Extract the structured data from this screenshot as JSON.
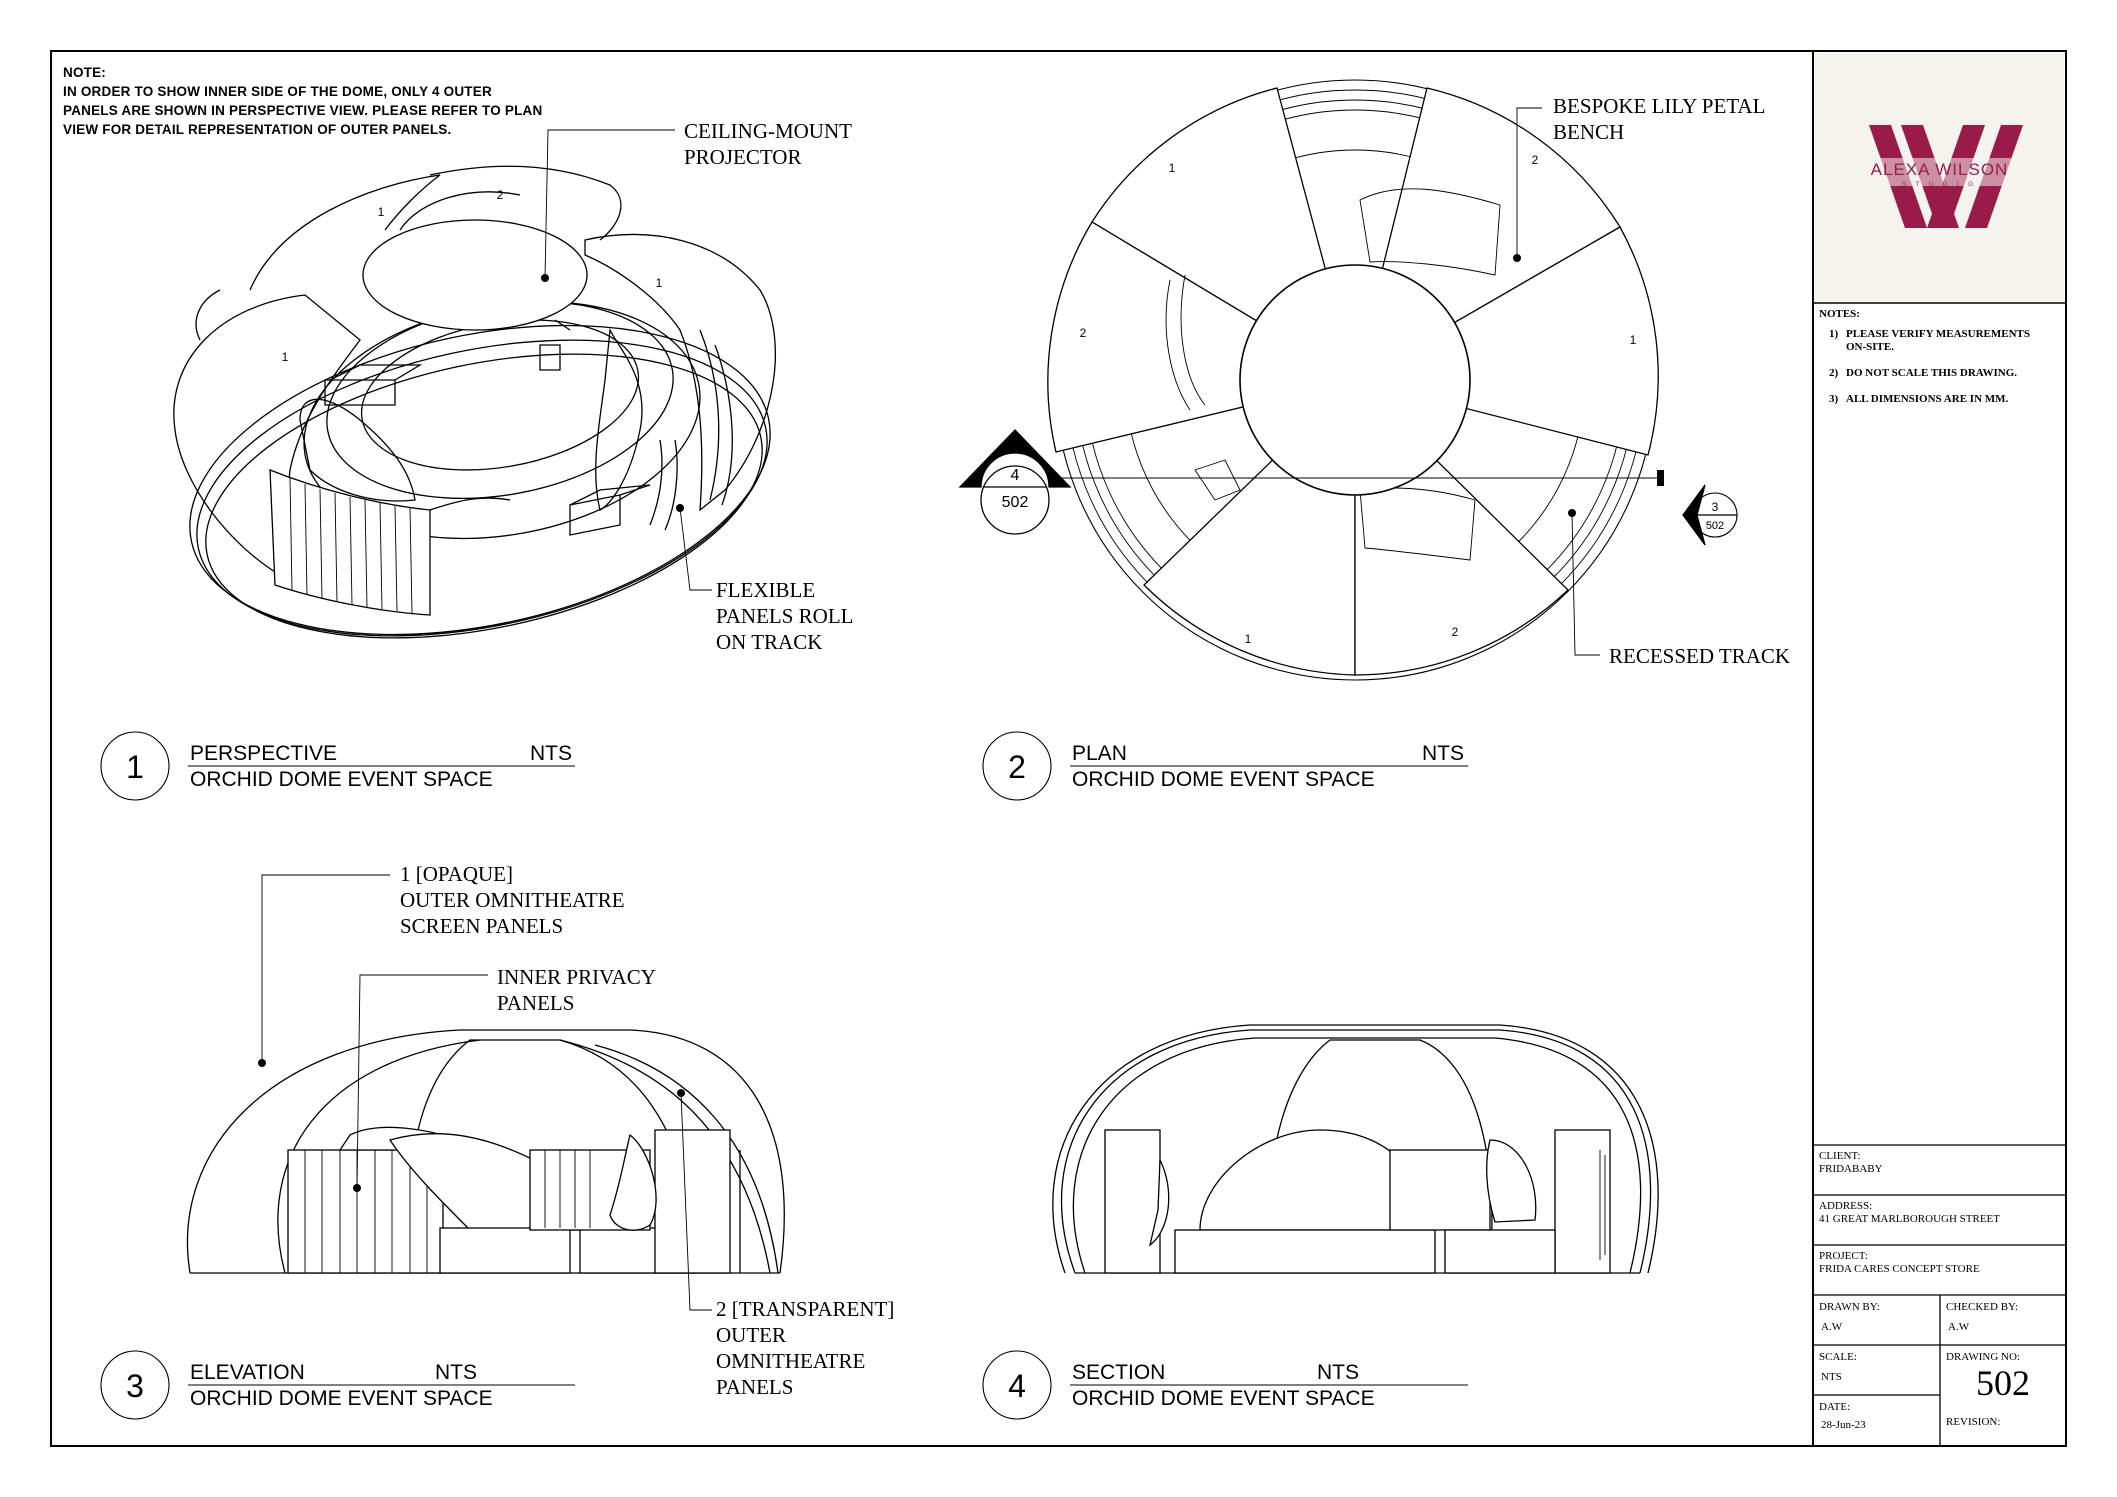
{
  "note": {
    "heading": "NOTE:",
    "lines": [
      "IN ORDER TO SHOW INNER SIDE OF THE DOME, ONLY 4 OUTER",
      "PANELS ARE SHOWN IN PERSPECTIVE VIEW. PLEASE REFER TO PLAN",
      "VIEW FOR DETAIL REPRESENTATION OF OUTER PANELS."
    ]
  },
  "callouts": {
    "projector": [
      "CEILING-MOUNT",
      "PROJECTOR"
    ],
    "flexible": [
      "FLEXIBLE",
      "PANELS ROLL",
      "ON TRACK"
    ],
    "bench": [
      "BESPOKE LILY PETAL",
      "BENCH"
    ],
    "track": [
      "RECESSED TRACK"
    ],
    "opaque": [
      "1 [OPAQUE]",
      "OUTER OMNITHEATRE",
      "SCREEN  PANELS"
    ],
    "privacy": [
      "INNER PRIVACY",
      "PANELS"
    ],
    "transparent": [
      "2 [TRANSPARENT]",
      "OUTER",
      "OMNITHEATRE",
      "PANELS"
    ]
  },
  "panel_labels": {
    "perspective": [
      "1",
      "2",
      "1",
      "1"
    ],
    "plan": [
      "1",
      "2",
      "2",
      "1",
      "1",
      "2"
    ]
  },
  "views": [
    {
      "number": "1",
      "title": "PERSPECTIVE",
      "scale": "NTS",
      "subtitle": "ORCHID DOME EVENT SPACE"
    },
    {
      "number": "2",
      "title": "PLAN",
      "scale": "NTS",
      "subtitle": "ORCHID DOME EVENT SPACE"
    },
    {
      "number": "3",
      "title": "ELEVATION",
      "scale": "NTS",
      "subtitle": "ORCHID DOME EVENT SPACE"
    },
    {
      "number": "4",
      "title": "SECTION",
      "scale": "NTS",
      "subtitle": "ORCHID DOME EVENT SPACE"
    }
  ],
  "section_markers": {
    "left": {
      "number": "4",
      "sheet": "502"
    },
    "right": {
      "number": "3",
      "sheet": "502"
    }
  },
  "logo": {
    "name": "ALEXA WILSON",
    "sub": "S T U D I O",
    "color": "#9a1a4a",
    "bg": "#f5f3ee"
  },
  "titleblock": {
    "notes_heading": "NOTES:",
    "notes": [
      {
        "num": "1)",
        "lines": [
          "PLEASE VERIFY MEASUREMENTS",
          "ON-SITE."
        ]
      },
      {
        "num": "2)",
        "lines": [
          "DO NOT SCALE THIS DRAWING."
        ]
      },
      {
        "num": "3)",
        "lines": [
          "ALL DIMENSIONS ARE IN MM."
        ]
      }
    ],
    "client_label": "CLIENT:",
    "client": "FRIDABABY",
    "address_label": "ADDRESS:",
    "address": "41 GREAT MARLBOROUGH STREET",
    "project_label": "PROJECT:",
    "project": "FRIDA CARES CONCEPT STORE",
    "drawn_label": "DRAWN BY:",
    "drawn": "A.W",
    "checked_label": "CHECKED BY:",
    "checked": "A.W",
    "scale_label": "SCALE:",
    "scale": "NTS",
    "drawing_no_label": "DRAWING NO:",
    "drawing_no": "502",
    "date_label": "DATE:",
    "date": "28-Jun-23",
    "revision_label": "REVISION:"
  }
}
